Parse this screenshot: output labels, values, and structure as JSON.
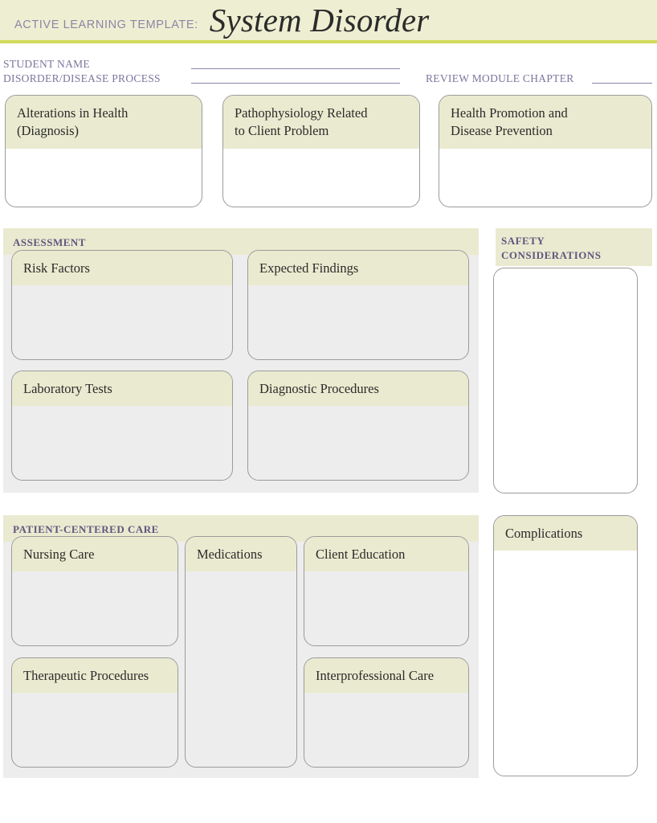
{
  "header": {
    "eyebrow": "ACTIVE LEARNING TEMPLATE:",
    "title": "System Disorder",
    "band_color": "#eeeed2",
    "rule_color": "#d2da5b"
  },
  "fields": {
    "student_name_label": "STUDENT NAME",
    "student_name_value": "",
    "disorder_label": "DISORDER/DISEASE PROCESS",
    "disorder_value": "",
    "review_module_label": "REVIEW MODULE CHAPTER",
    "review_module_value": ""
  },
  "top_cards": [
    {
      "title": "Alterations in Health\n(Diagnosis)",
      "content": ""
    },
    {
      "title": "Pathophysiology Related\nto Client Problem",
      "content": ""
    },
    {
      "title": "Health Promotion and\nDisease Prevention",
      "content": ""
    }
  ],
  "assessment": {
    "section_label": "ASSESSMENT",
    "boxes": [
      {
        "title": "Risk Factors",
        "content": ""
      },
      {
        "title": "Expected Findings",
        "content": ""
      },
      {
        "title": "Laboratory Tests",
        "content": ""
      },
      {
        "title": "Diagnostic Procedures",
        "content": ""
      }
    ]
  },
  "safety": {
    "section_label": "SAFETY\nCONSIDERATIONS",
    "content": ""
  },
  "patient_centered_care": {
    "section_label": "PATIENT-CENTERED CARE",
    "boxes": [
      {
        "title": "Nursing Care",
        "content": ""
      },
      {
        "title": "Medications",
        "content": ""
      },
      {
        "title": "Client Education",
        "content": ""
      },
      {
        "title": "Therapeutic Procedures",
        "content": ""
      },
      {
        "title": "Interprofessional Care",
        "content": ""
      }
    ]
  },
  "complications": {
    "title": "Complications",
    "content": ""
  },
  "colors": {
    "accent_yellow": "#eaead0",
    "header_band": "#eeeed2",
    "rule": "#d2da5b",
    "panel_gray": "#ededed",
    "border_gray": "#9b9b9b",
    "label_purple": "#5f567f",
    "eyebrow_purple": "#8d85a8",
    "text_dark": "#2b2b2b"
  }
}
